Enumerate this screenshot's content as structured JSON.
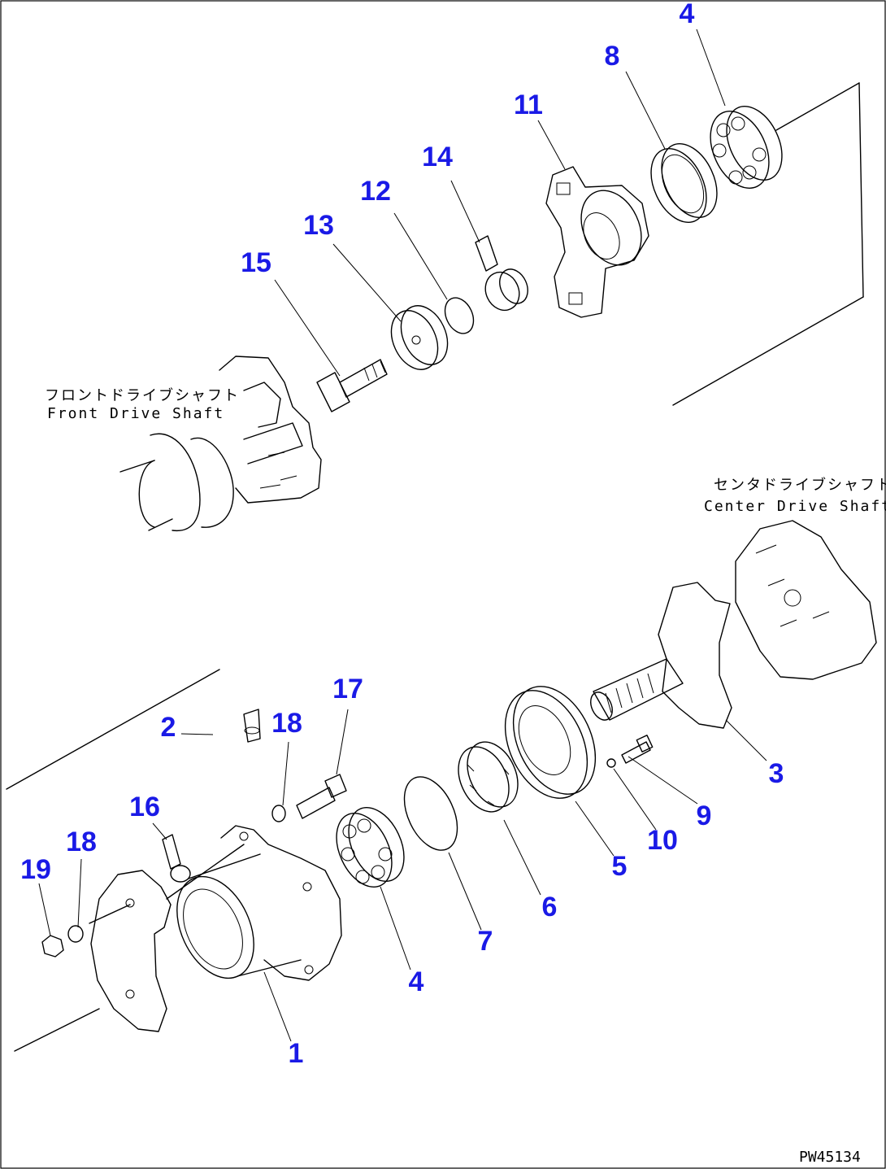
{
  "shafts": {
    "front": {
      "label_jp": "フロントドライブシャフト",
      "label_en": "Front Drive Shaft"
    },
    "center": {
      "label_jp": "センタドライブシャフト",
      "label_en": "Center Drive Shaft"
    }
  },
  "callouts": {
    "c1": "1",
    "c2": "2",
    "c3": "3",
    "c4a": "4",
    "c4b": "4",
    "c5": "5",
    "c6": "6",
    "c7": "7",
    "c8": "8",
    "c9": "9",
    "c10": "10",
    "c11": "11",
    "c12": "12",
    "c13": "13",
    "c14": "14",
    "c15": "15",
    "c16": "16",
    "c17": "17",
    "c18a": "18",
    "c18b": "18",
    "c19": "19"
  },
  "figure_id": "PW45134",
  "colors": {
    "callout": "#1a1ae6",
    "line": "#000000",
    "background": "#ffffff"
  }
}
